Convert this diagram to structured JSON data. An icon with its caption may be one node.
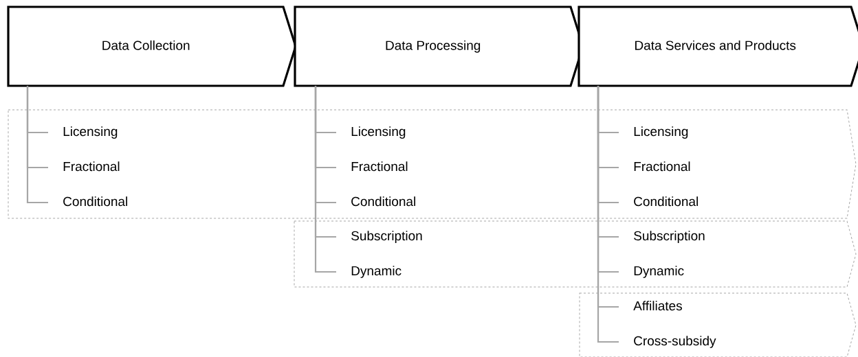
{
  "diagram": {
    "nodes": [
      {
        "text": [
          "Data Collection"
        ]
      },
      {
        "text": [
          "Data Processing"
        ]
      },
      {
        "text": [
          "Data Services and Products"
        ]
      },
      {
        "text": [],
        "shape": "band"
      },
      {
        "text": [
          "Licensing"
        ],
        "in": 3
      },
      {
        "text": [
          "Fractional"
        ],
        "in": 3
      },
      {
        "text": [
          "Conditional"
        ],
        "in": 3
      },
      {
        "text": [
          "Licensing"
        ],
        "in": 3
      },
      {
        "text": [
          "Fractional"
        ],
        "in": 3
      },
      {
        "text": [
          "Conditional"
        ],
        "in": 3
      },
      {
        "text": [
          "Licensing"
        ],
        "in": 3
      },
      {
        "text": [
          "Fractional"
        ],
        "in": 3
      },
      {
        "text": [
          "Conditional"
        ],
        "in": 3
      },
      {
        "text": [],
        "shape": "band"
      },
      {
        "text": [
          "Subscription"
        ],
        "in": 13
      },
      {
        "text": [
          "Dynamic"
        ],
        "in": 13
      },
      {
        "text": [
          "Subscription"
        ],
        "in": 13
      },
      {
        "text": [
          "Dynamic"
        ],
        "in": 13
      },
      {
        "text": [],
        "shape": "band"
      },
      {
        "text": [
          "Affiliates"
        ],
        "in": 18
      },
      {
        "text": [
          "Cross-subsidy"
        ],
        "in": 18
      }
    ],
    "edges": [
      {
        "from": 0,
        "to": 4,
        "arrow": "none"
      },
      {
        "from": 0,
        "to": 5,
        "arrow": "none"
      },
      {
        "from": 0,
        "to": 6,
        "arrow": "none"
      },
      {
        "from": 1,
        "to": 7,
        "arrow": "none"
      },
      {
        "from": 1,
        "to": 8,
        "arrow": "none"
      },
      {
        "from": 1,
        "to": 9,
        "arrow": "none"
      },
      {
        "from": 1,
        "to": 14,
        "arrow": "none"
      },
      {
        "from": 1,
        "to": 15,
        "arrow": "none"
      },
      {
        "from": 2,
        "to": 10,
        "arrow": "none"
      },
      {
        "from": 2,
        "to": 11,
        "arrow": "none"
      },
      {
        "from": 2,
        "to": 12,
        "arrow": "none"
      },
      {
        "from": 2,
        "to": 16,
        "arrow": "none"
      },
      {
        "from": 2,
        "to": 17,
        "arrow": "none"
      },
      {
        "from": 2,
        "to": 19,
        "arrow": "none"
      },
      {
        "from": 2,
        "to": 20,
        "arrow": "none"
      }
    ]
  }
}
